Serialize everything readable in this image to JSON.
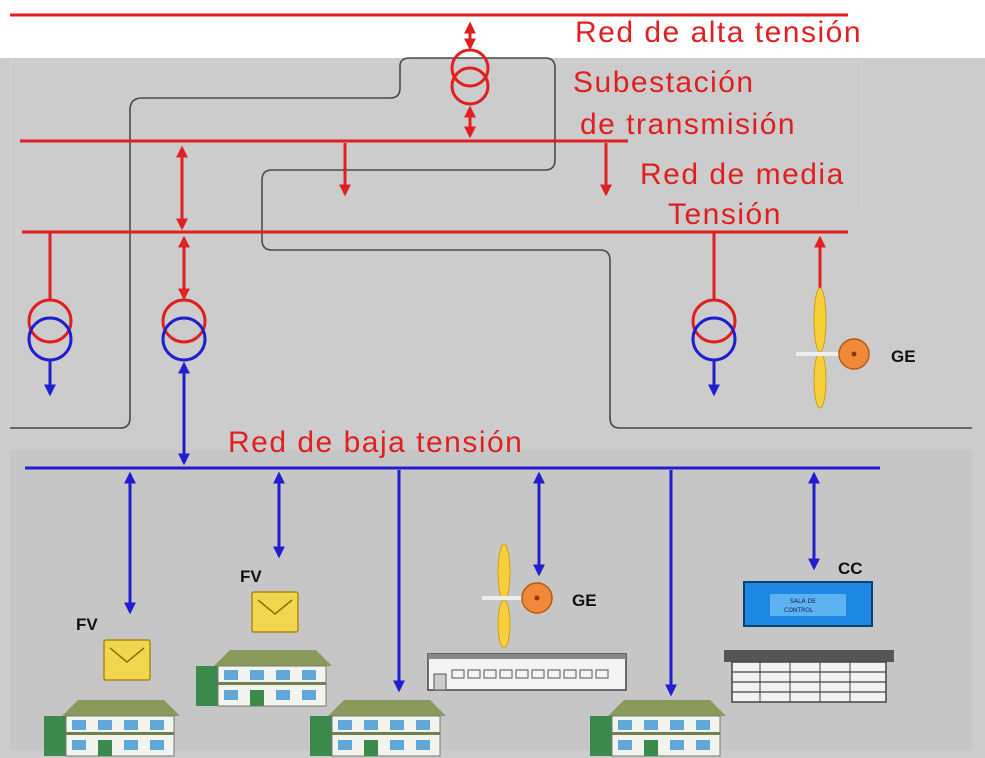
{
  "labels": {
    "high_voltage_grid": "Red de alta tensión",
    "substation_line1": "Subestación",
    "substation_line2": "de transmisión",
    "medium_voltage_line1": "Red de media",
    "medium_voltage_line2": "Tensión",
    "low_voltage_grid": "Red de baja tensión",
    "generator_mv": "GE",
    "generator_lv": "GE",
    "pv_left": "FV",
    "pv_mid": "FV",
    "control_center": "CC",
    "control_center_screen_line1": "SALA DE",
    "control_center_screen_line2": "CONTROL"
  },
  "colors": {
    "high_medium_voltage": "#e02020",
    "low_voltage": "#1f1fcf",
    "background_zone": "#cccccc",
    "zone_outline": "#555555",
    "pv_panel": "#f2d64e",
    "generator": "#f08a3a",
    "turbine_blade": "#f7cf3b",
    "control_screen": "#1e88e5"
  }
}
